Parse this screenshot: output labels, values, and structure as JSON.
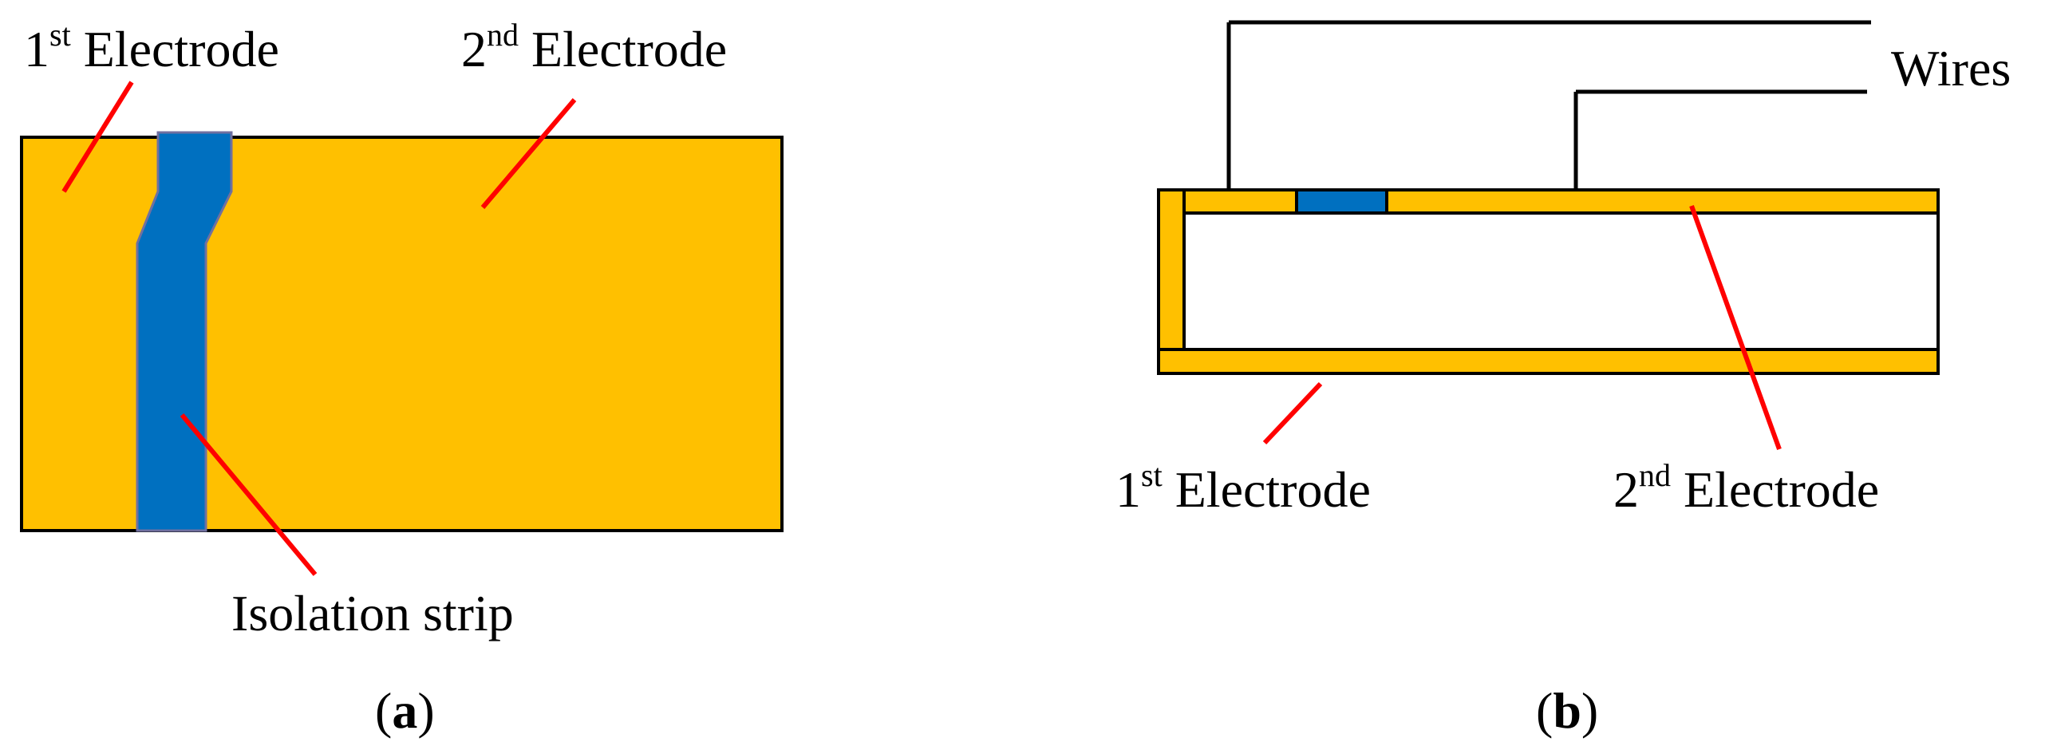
{
  "colors": {
    "electrode": "#FFC000",
    "isolation": "#0070C0",
    "outline": "#000000",
    "leader": "#FF0000",
    "background": "#FFFFFF"
  },
  "panel_a": {
    "label_electrode_1": {
      "base": "1",
      "sup": "st",
      "rest": " Electrode"
    },
    "label_electrode_2": {
      "base": "2",
      "sup": "nd",
      "rest": " Electrode"
    },
    "label_isolation": "Isolation strip",
    "caption": {
      "open": "(",
      "letter": "a",
      "close": ")"
    }
  },
  "panel_b": {
    "label_wires": "Wires",
    "label_electrode_1": {
      "base": "1",
      "sup": "st",
      "rest": " Electrode"
    },
    "label_electrode_2": {
      "base": "2",
      "sup": "nd",
      "rest": " Electrode"
    },
    "caption": {
      "open": "(",
      "letter": "b",
      "close": ")"
    }
  }
}
